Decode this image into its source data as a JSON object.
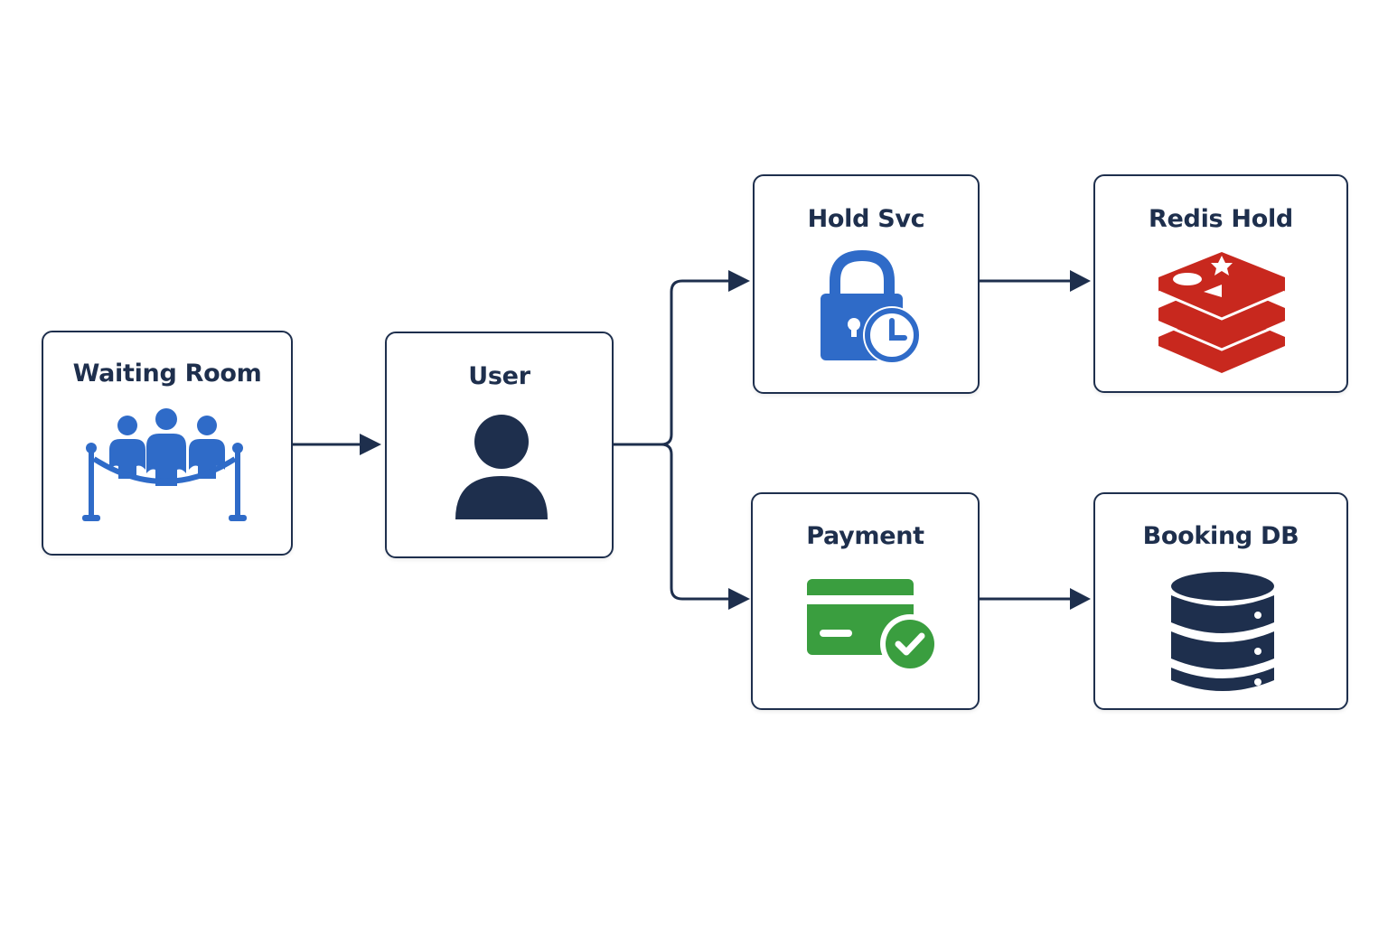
{
  "nodes": {
    "waiting_room": {
      "label": "Waiting Room",
      "icon": "crowd-queue-icon"
    },
    "user": {
      "label": "User",
      "icon": "user-icon"
    },
    "hold_svc": {
      "label": "Hold Svc",
      "icon": "padlock-clock-icon"
    },
    "redis_hold": {
      "label": "Redis Hold",
      "icon": "redis-icon"
    },
    "payment": {
      "label": "Payment",
      "icon": "credit-card-check-icon"
    },
    "booking_db": {
      "label": "Booking DB",
      "icon": "database-icon"
    }
  },
  "edges": [
    {
      "from": "waiting_room",
      "to": "user"
    },
    {
      "from": "user",
      "to": "hold_svc"
    },
    {
      "from": "user",
      "to": "payment"
    },
    {
      "from": "hold_svc",
      "to": "redis_hold"
    },
    {
      "from": "payment",
      "to": "booking_db"
    }
  ],
  "colors": {
    "border": "#1e2f4d",
    "text": "#1e2f4d",
    "arrow": "#1e2f4d",
    "icon_blue": "#2f6bc8",
    "icon_navy": "#1e2f4d",
    "icon_red": "#c8281e",
    "icon_green": "#3a9e3f"
  }
}
